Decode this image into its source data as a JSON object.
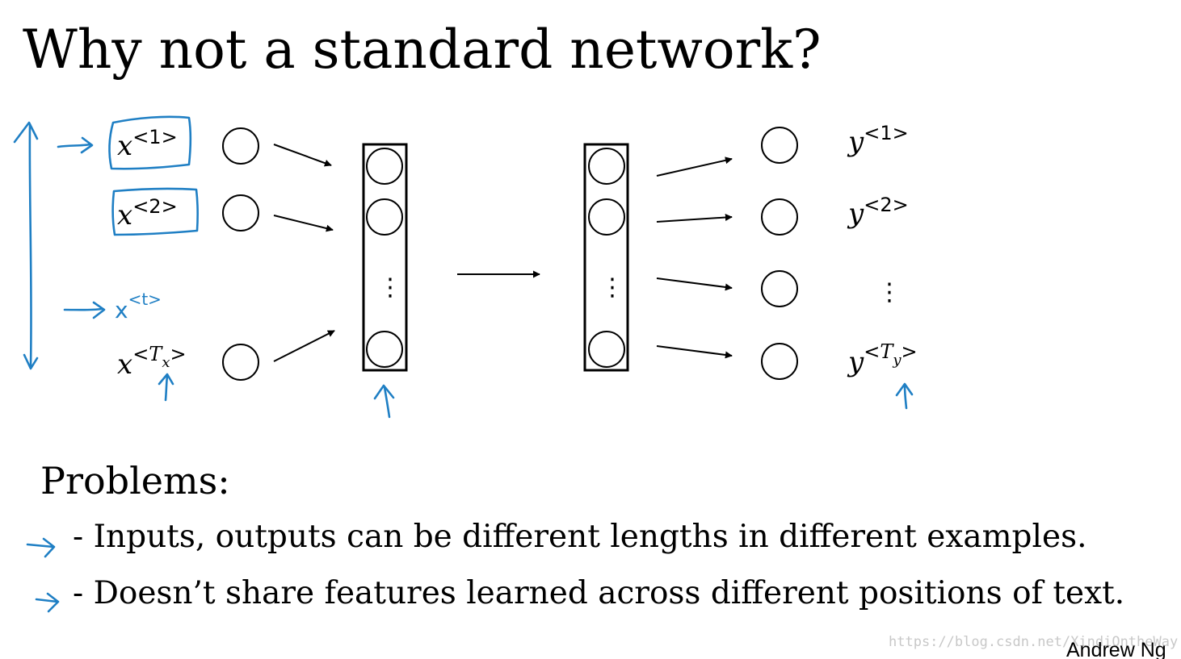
{
  "slide": {
    "title": "Why not a standard network?",
    "problems_heading": "Problems:",
    "problems": [
      "- Inputs, outputs can be different lengths in different examples.",
      "- Doesn’t share features learned across different positions of text."
    ],
    "author": "Andrew Ng",
    "watermark": "https://blog.csdn.net/XindiOntheWay"
  },
  "diagram": {
    "inputs": [
      {
        "var": "x",
        "sup": "<1>"
      },
      {
        "var": "x",
        "sup": "<2>"
      },
      {
        "var": "x",
        "sup_open": "<",
        "sup_T": "T",
        "sub": "x",
        "sup_close": ">"
      }
    ],
    "outputs": [
      {
        "var": "y",
        "sup": "<1>"
      },
      {
        "var": "y",
        "sup": "<2>"
      },
      {
        "var": "y",
        "sup_open": "<",
        "sup_T": "T",
        "sub": "y",
        "sup_close": ">"
      }
    ],
    "ellipsis": "⋮",
    "annotation": {
      "var": "x",
      "sup": "<t>"
    }
  },
  "colors": {
    "ink": "#1f7fc4",
    "text": "#000000",
    "background": "#ffffff"
  }
}
